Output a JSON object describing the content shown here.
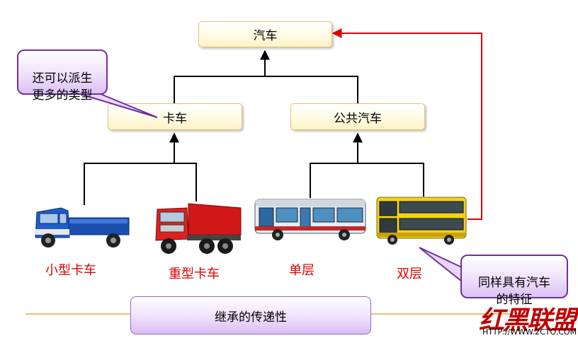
{
  "nodes": {
    "car": "汽车",
    "truck": "卡车",
    "bus": "公共汽车"
  },
  "vehicles": {
    "small_truck": "小型卡车",
    "heavy_truck": "重型卡车",
    "single_deck": "单层",
    "double_deck": "双层"
  },
  "callouts": {
    "derive_more": "还可以派生\n更多的类型",
    "same_features": "同样具有汽车\n的特征"
  },
  "footer": {
    "inheritance": "继承的传递性"
  },
  "watermark": {
    "name": "红黑联盟",
    "url": "HTTP://WWW.2CTO.COM"
  },
  "colors": {
    "arrow": "#000000",
    "feedback_arrow": "#e00000",
    "vehicle_label": "#e00000",
    "callout_border": "#7030a0"
  }
}
